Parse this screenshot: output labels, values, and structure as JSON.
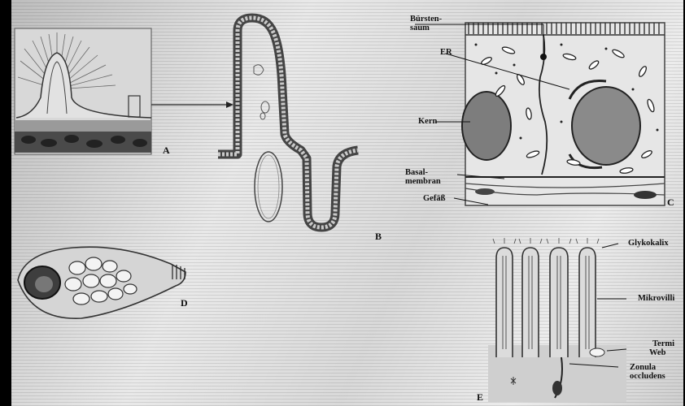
{
  "panels": {
    "a": "A",
    "b": "B",
    "c": "C",
    "d": "D",
    "e": "E"
  },
  "labels": {
    "c": {
      "buerstensaum_1": "Bürsten-",
      "buerstensaum_2": "saum",
      "er": "ER",
      "kern": "Kern",
      "basal_1": "Basal-",
      "basal_2": "membran",
      "gefaess": "Gefäß"
    },
    "e": {
      "glykokalix": "Glykokalix",
      "mikrovilli": "Mikrovilli",
      "termi": "Termi",
      "web": "Web",
      "zonula_1": "Zonula",
      "zonula_2": "occludens"
    }
  }
}
